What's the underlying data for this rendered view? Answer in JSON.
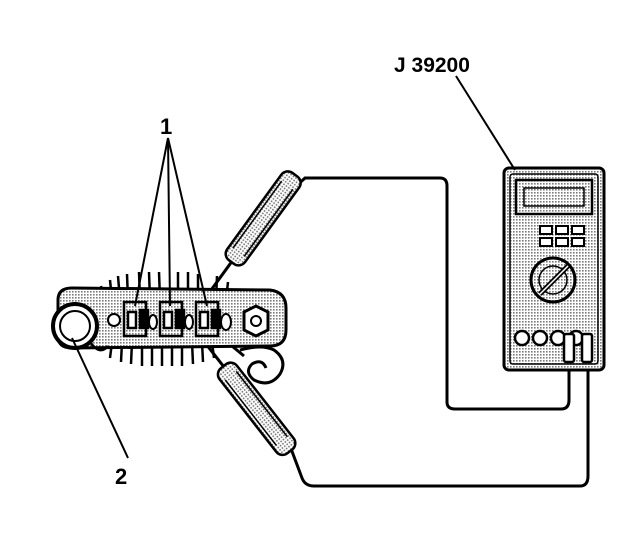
{
  "labels": {
    "tool": "J 39200",
    "callout_1": "1",
    "callout_2": "2"
  },
  "colors": {
    "ink": "#000000",
    "screen_tone": "#9a9a9a",
    "background": "#ffffff"
  }
}
